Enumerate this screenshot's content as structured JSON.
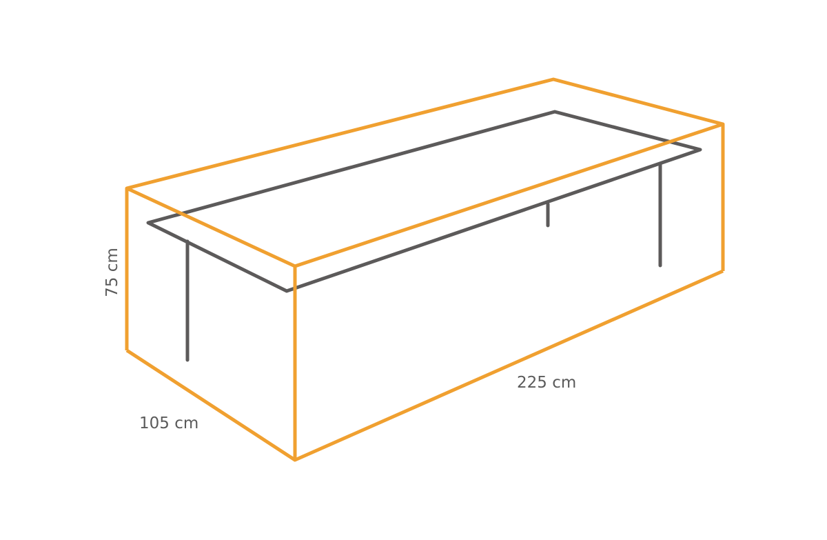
{
  "diagram": {
    "subject": "Rectangular table with cover box",
    "colors": {
      "cover_outline": "#f0a030",
      "table_frame": "#5c5a5a",
      "label_text": "#5a5a5a",
      "background": "#ffffff"
    },
    "dimensions": {
      "height": "75 cm",
      "depth": "105 cm",
      "length": "225 cm"
    }
  }
}
